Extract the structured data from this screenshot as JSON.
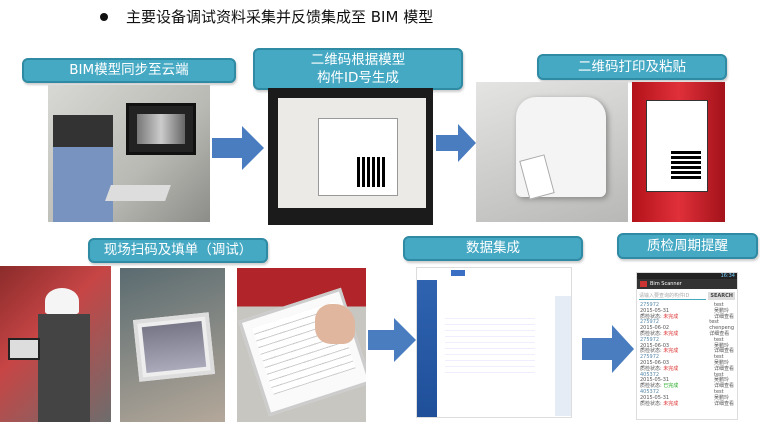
{
  "title": "主要设备调试资料采集并反馈集成至 BIM 模型",
  "steps": {
    "s1": "BIM模型同步至云端",
    "s2a": "二维码根据模型",
    "s2b": "构件ID号生成",
    "s3": "二维码打印及粘贴",
    "s4": "现场扫码及填单（调试）",
    "s5": "数据集成",
    "s6": "质检周期提醒"
  },
  "phone": {
    "app_title": "Bim Scanner",
    "time": "16:34",
    "search_placeholder": "请输入要查询的构件ID",
    "search_button": "SEARCH",
    "rows": [
      {
        "id": "275972",
        "date": "2015-05-31",
        "status": "未完成",
        "user": "test",
        "name": "吴鹏玲",
        "detail": "详细查看"
      },
      {
        "id": "275972",
        "date": "2015-06-02",
        "status": "未完成",
        "user": "test",
        "name": "chenpeng",
        "detail": "详细查看"
      },
      {
        "id": "275972",
        "date": "2015-06-03",
        "status": "未完成",
        "user": "test",
        "name": "吴鹏玲",
        "detail": "详细查看"
      },
      {
        "id": "275972",
        "date": "2015-06-03",
        "status": "未完成",
        "user": "test",
        "name": "吴鹏玲",
        "detail": "详细查看"
      },
      {
        "id": "405372",
        "date": "2015-05-31",
        "status": "已完成",
        "user": "test",
        "name": "吴鹏玲",
        "detail": "详细查看"
      },
      {
        "id": "405372",
        "date": "2015-05-31",
        "status": "未完成",
        "user": "test",
        "name": "吴鹏玲",
        "detail": "详细查看"
      }
    ],
    "status_label": "质检状态:"
  },
  "colors": {
    "label_bg": "#45a9c4",
    "arrow": "#4a7cc0"
  }
}
